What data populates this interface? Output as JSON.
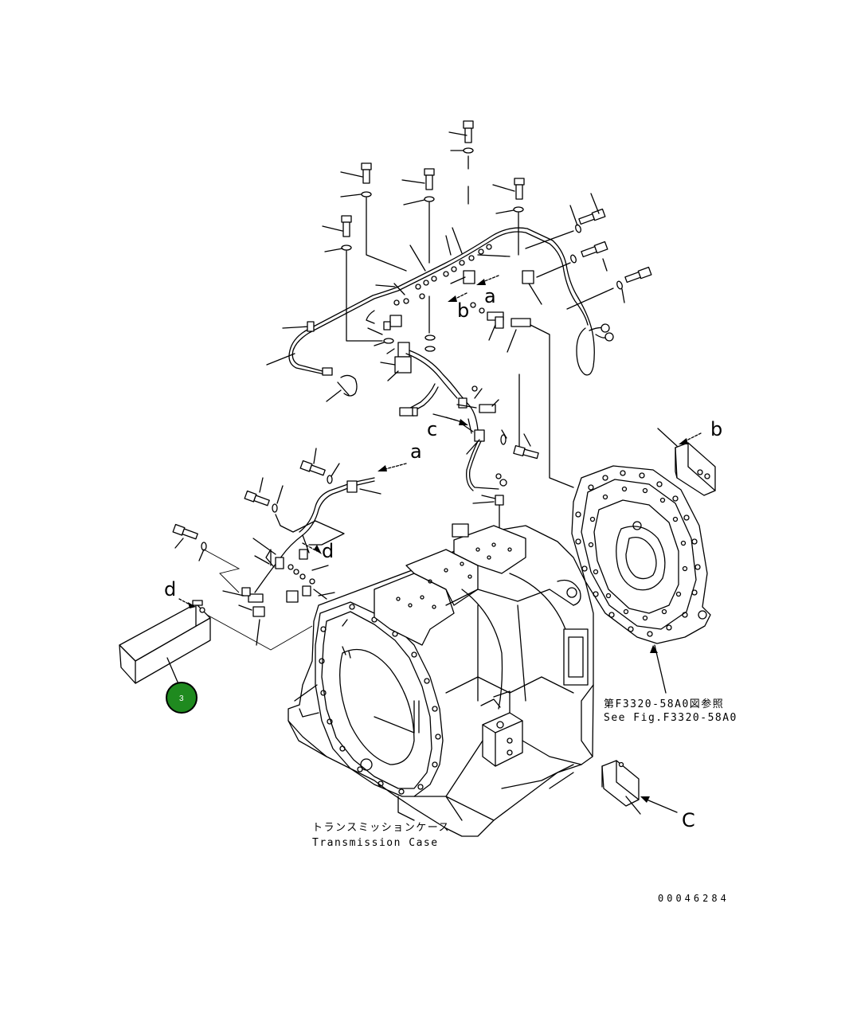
{
  "diagram": {
    "drawing_number": "00046284",
    "case_label_jp": "トランスミッションケース",
    "case_label_en": "Transmission Case",
    "reference_jp": "第F3320-58A0図参照",
    "reference_en": "See Fig.F3320-58A0",
    "arrow_letters": {
      "a_top": "a",
      "b_top": "b",
      "c_mid": "c",
      "a_mid": "a",
      "d_mid": "d",
      "d_left": "d",
      "b_right": "b",
      "c_bottom": "C"
    },
    "callout": {
      "number": "3",
      "color": "#1f8a1f"
    }
  }
}
